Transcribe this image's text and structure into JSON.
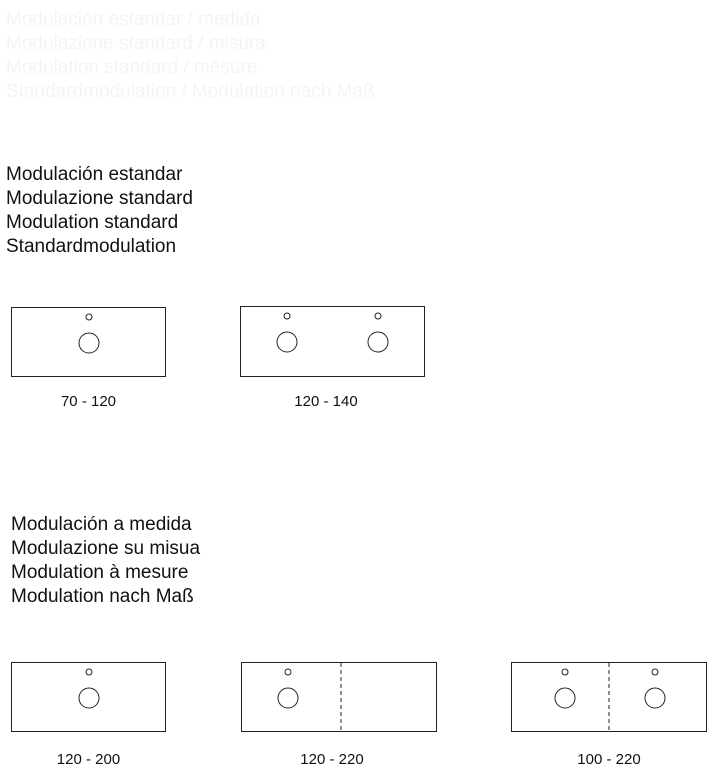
{
  "faint_header": {
    "lines": [
      "Modulación estandar / medida",
      "Modulazione standard / misura",
      "Modulation standard / mesure",
      "Standardmodulation / Modulation nach Maß"
    ]
  },
  "standard_section": {
    "heading": {
      "es": "Modulación estandar",
      "it": "Modulazione standard",
      "fr": "Modulation standard",
      "de": "Standardmodulation"
    },
    "items": [
      {
        "label": "70 - 120",
        "taps": 1,
        "dividers": 0
      },
      {
        "label": "120 - 140",
        "taps": 2,
        "dividers": 0
      }
    ]
  },
  "custom_section": {
    "heading": {
      "es": "Modulación a medida",
      "it": "Modulazione su misua",
      "fr": "Modulation à mesure",
      "de": "Modulation nach Maß"
    },
    "items": [
      {
        "label": "120 - 200",
        "taps": 1,
        "dividers": 0
      },
      {
        "label": "120 - 220",
        "taps": 1,
        "dividers": 1
      },
      {
        "label": "100 - 220",
        "taps": 2,
        "dividers": 1
      }
    ]
  }
}
